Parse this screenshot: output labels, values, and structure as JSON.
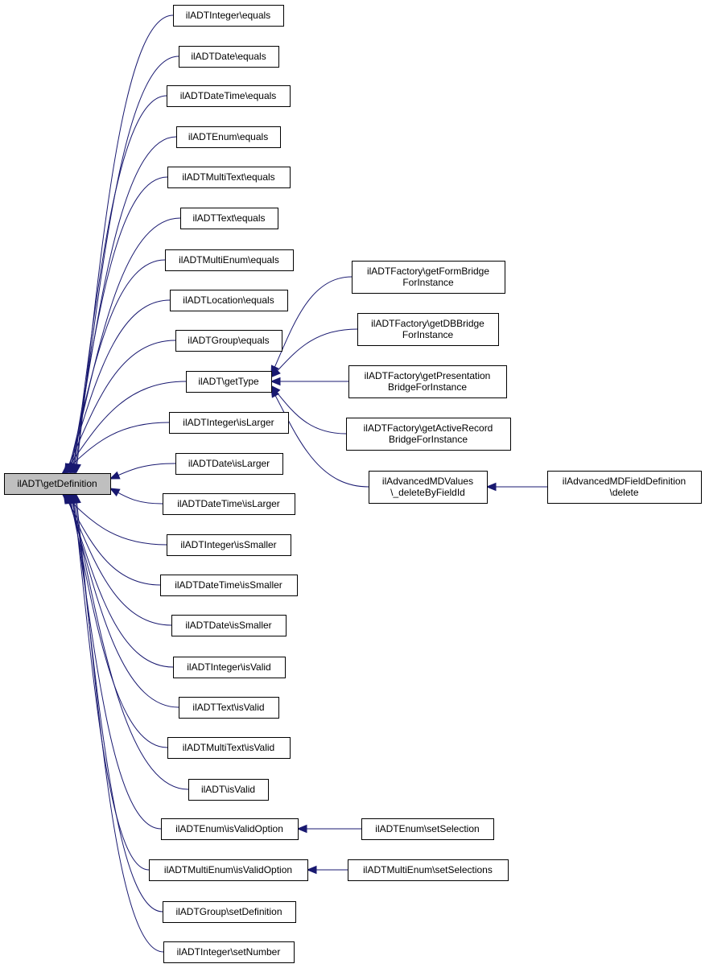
{
  "graph": {
    "root": "root",
    "nodes": [
      {
        "id": "root",
        "lines": [
          "ilADT\\getDefinition"
        ]
      },
      {
        "id": "n1",
        "lines": [
          "ilADTInteger\\equals"
        ]
      },
      {
        "id": "n2",
        "lines": [
          "ilADTDate\\equals"
        ]
      },
      {
        "id": "n3",
        "lines": [
          "ilADTDateTime\\equals"
        ]
      },
      {
        "id": "n4",
        "lines": [
          "ilADTEnum\\equals"
        ]
      },
      {
        "id": "n5",
        "lines": [
          "ilADTMultiText\\equals"
        ]
      },
      {
        "id": "n6",
        "lines": [
          "ilADTText\\equals"
        ]
      },
      {
        "id": "n7",
        "lines": [
          "ilADTMultiEnum\\equals"
        ]
      },
      {
        "id": "n8",
        "lines": [
          "ilADTLocation\\equals"
        ]
      },
      {
        "id": "n9",
        "lines": [
          "ilADTGroup\\equals"
        ]
      },
      {
        "id": "n10",
        "lines": [
          "ilADT\\getType"
        ]
      },
      {
        "id": "n11",
        "lines": [
          "ilADTInteger\\isLarger"
        ]
      },
      {
        "id": "n12",
        "lines": [
          "ilADTDate\\isLarger"
        ]
      },
      {
        "id": "n13",
        "lines": [
          "ilADTDateTime\\isLarger"
        ]
      },
      {
        "id": "n14",
        "lines": [
          "ilADTInteger\\isSmaller"
        ]
      },
      {
        "id": "n15",
        "lines": [
          "ilADTDateTime\\isSmaller"
        ]
      },
      {
        "id": "n16",
        "lines": [
          "ilADTDate\\isSmaller"
        ]
      },
      {
        "id": "n17",
        "lines": [
          "ilADTInteger\\isValid"
        ]
      },
      {
        "id": "n18",
        "lines": [
          "ilADTText\\isValid"
        ]
      },
      {
        "id": "n19",
        "lines": [
          "ilADTMultiText\\isValid"
        ]
      },
      {
        "id": "n20",
        "lines": [
          "ilADT\\isValid"
        ]
      },
      {
        "id": "n21",
        "lines": [
          "ilADTEnum\\isValidOption"
        ]
      },
      {
        "id": "n22",
        "lines": [
          "ilADTMultiEnum\\isValidOption"
        ]
      },
      {
        "id": "n23",
        "lines": [
          "ilADTGroup\\setDefinition"
        ]
      },
      {
        "id": "n24",
        "lines": [
          "ilADTInteger\\setNumber"
        ]
      },
      {
        "id": "f1",
        "lines": [
          "ilADTFactory\\getFormBridge",
          "ForInstance"
        ]
      },
      {
        "id": "f2",
        "lines": [
          "ilADTFactory\\getDBBridge",
          "ForInstance"
        ]
      },
      {
        "id": "f3",
        "lines": [
          "ilADTFactory\\getPresentation",
          "BridgeForInstance"
        ]
      },
      {
        "id": "f4",
        "lines": [
          "ilADTFactory\\getActiveRecord",
          "BridgeForInstance"
        ]
      },
      {
        "id": "f5",
        "lines": [
          "ilAdvancedMDValues",
          "\\_deleteByFieldId"
        ]
      },
      {
        "id": "g1",
        "lines": [
          "ilAdvancedMDFieldDefinition",
          "\\delete"
        ]
      },
      {
        "id": "e1",
        "lines": [
          "ilADTEnum\\setSelection"
        ]
      },
      {
        "id": "e2",
        "lines": [
          "ilADTMultiEnum\\setSelections"
        ]
      }
    ],
    "edges": [
      {
        "from": "n1",
        "to": "root"
      },
      {
        "from": "n2",
        "to": "root"
      },
      {
        "from": "n3",
        "to": "root"
      },
      {
        "from": "n4",
        "to": "root"
      },
      {
        "from": "n5",
        "to": "root"
      },
      {
        "from": "n6",
        "to": "root"
      },
      {
        "from": "n7",
        "to": "root"
      },
      {
        "from": "n8",
        "to": "root"
      },
      {
        "from": "n9",
        "to": "root"
      },
      {
        "from": "n10",
        "to": "root"
      },
      {
        "from": "n11",
        "to": "root"
      },
      {
        "from": "n12",
        "to": "root"
      },
      {
        "from": "n13",
        "to": "root"
      },
      {
        "from": "n14",
        "to": "root"
      },
      {
        "from": "n15",
        "to": "root"
      },
      {
        "from": "n16",
        "to": "root"
      },
      {
        "from": "n17",
        "to": "root"
      },
      {
        "from": "n18",
        "to": "root"
      },
      {
        "from": "n19",
        "to": "root"
      },
      {
        "from": "n20",
        "to": "root"
      },
      {
        "from": "n21",
        "to": "root"
      },
      {
        "from": "n22",
        "to": "root"
      },
      {
        "from": "n23",
        "to": "root"
      },
      {
        "from": "n24",
        "to": "root"
      },
      {
        "from": "f1",
        "to": "n10"
      },
      {
        "from": "f2",
        "to": "n10"
      },
      {
        "from": "f3",
        "to": "n10"
      },
      {
        "from": "f4",
        "to": "n10"
      },
      {
        "from": "f5",
        "to": "n10"
      },
      {
        "from": "g1",
        "to": "f5"
      },
      {
        "from": "e1",
        "to": "n21"
      },
      {
        "from": "e2",
        "to": "n22"
      }
    ]
  }
}
